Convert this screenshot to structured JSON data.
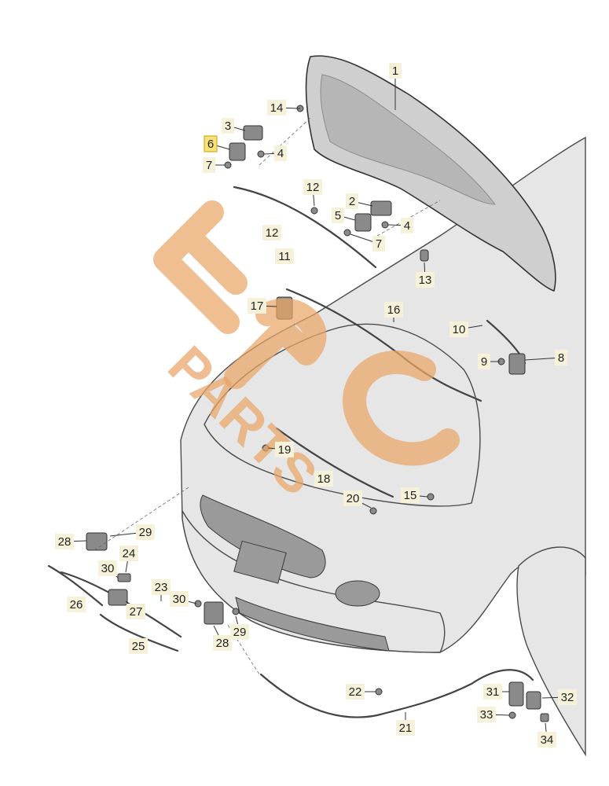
{
  "diagram": {
    "highlighted_label": "6",
    "callouts": [
      {
        "id": "c1",
        "label": "1"
      },
      {
        "id": "c14",
        "label": "14"
      },
      {
        "id": "c3",
        "label": "3"
      },
      {
        "id": "c6",
        "label": "6"
      },
      {
        "id": "c4a",
        "label": "4"
      },
      {
        "id": "c7a",
        "label": "7"
      },
      {
        "id": "c12a",
        "label": "12"
      },
      {
        "id": "c2",
        "label": "2"
      },
      {
        "id": "c5",
        "label": "5"
      },
      {
        "id": "c4b",
        "label": "4"
      },
      {
        "id": "c7b",
        "label": "7"
      },
      {
        "id": "c12b",
        "label": "12"
      },
      {
        "id": "c11",
        "label": "11"
      },
      {
        "id": "c13",
        "label": "13"
      },
      {
        "id": "c17",
        "label": "17"
      },
      {
        "id": "c16",
        "label": "16"
      },
      {
        "id": "c10",
        "label": "10"
      },
      {
        "id": "c9",
        "label": "9"
      },
      {
        "id": "c8",
        "label": "8"
      },
      {
        "id": "c19",
        "label": "19"
      },
      {
        "id": "c18",
        "label": "18"
      },
      {
        "id": "c20",
        "label": "20"
      },
      {
        "id": "c15",
        "label": "15"
      },
      {
        "id": "c29a",
        "label": "29"
      },
      {
        "id": "c28a",
        "label": "28"
      },
      {
        "id": "c24",
        "label": "24"
      },
      {
        "id": "c30a",
        "label": "30"
      },
      {
        "id": "c23",
        "label": "23"
      },
      {
        "id": "c26",
        "label": "26"
      },
      {
        "id": "c27",
        "label": "27"
      },
      {
        "id": "c30b",
        "label": "30"
      },
      {
        "id": "c25",
        "label": "25"
      },
      {
        "id": "c29b",
        "label": "29"
      },
      {
        "id": "c28b",
        "label": "28"
      },
      {
        "id": "c22",
        "label": "22"
      },
      {
        "id": "c21",
        "label": "21"
      },
      {
        "id": "c31",
        "label": "31"
      },
      {
        "id": "c32",
        "label": "32"
      },
      {
        "id": "c33",
        "label": "33"
      },
      {
        "id": "c34",
        "label": "34"
      }
    ]
  },
  "watermark": {
    "logo_letters": "EPC",
    "text": "PARTS"
  },
  "colors": {
    "watermark": "#e9a567",
    "highlight": "#f7e27a",
    "label_bg": "#f6f2da"
  }
}
